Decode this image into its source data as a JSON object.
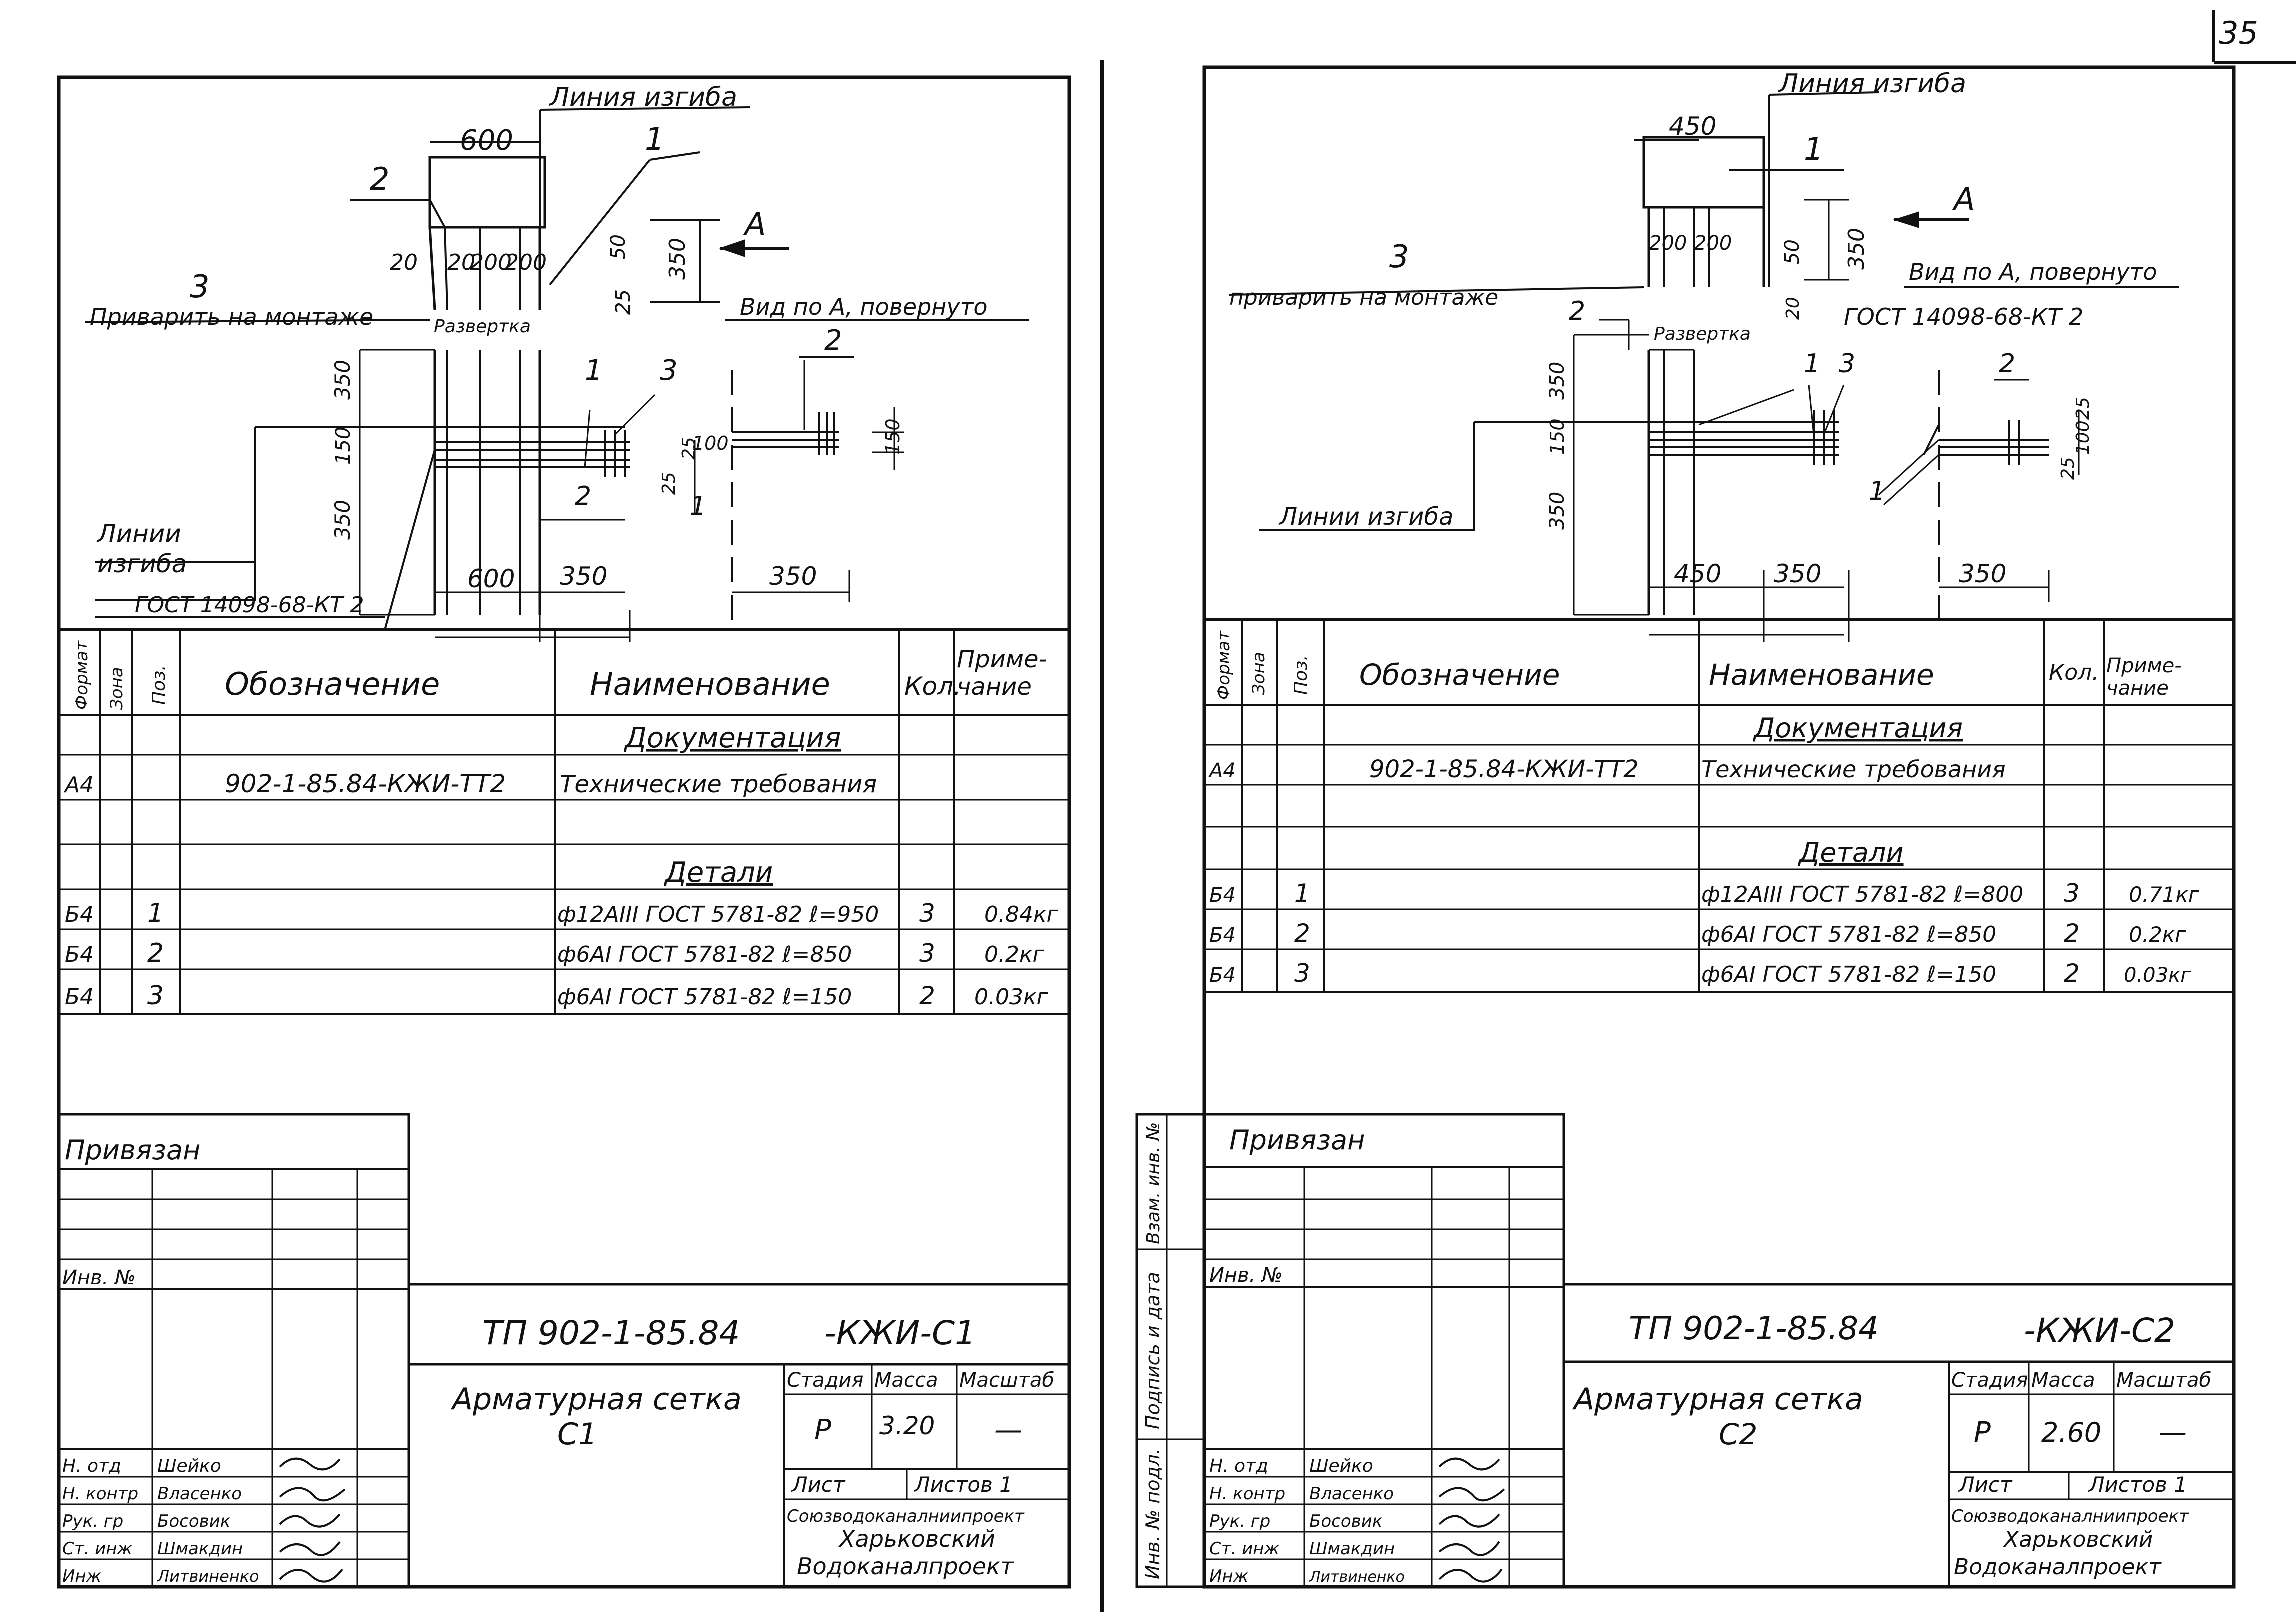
{
  "page_number": "35",
  "sheets": [
    {
      "id": "c1",
      "drawing": {
        "bend_line": "Линия изгиба",
        "dim_top": "600",
        "pos_1": "1",
        "pos_2": "2",
        "pos_3": "3",
        "weld_note": "Приварить на монтаже",
        "dims_small": [
          "20",
          "20",
          "200",
          "200"
        ],
        "dim_50": "50",
        "dim_350_v": "350",
        "dim_25": "25",
        "arrow_label": "А",
        "view_label": "Вид по А, повернуто",
        "unfold_label": "Развертка",
        "dim_350_a": "350",
        "dim_150": "150",
        "dim_350_b": "350",
        "dim_100": "100",
        "dim_25b": "25",
        "dim_25c": "25",
        "dim_150b": "150",
        "bend_lines_1": "Линии",
        "bend_lines_2": "изгиба",
        "gost_label": "ГОСТ 14098-68-КТ 2",
        "dim_600_b": "600",
        "dim_350_c": "350",
        "dim_350_d": "350"
      },
      "spec": {
        "headers": [
          "Формат",
          "Зона",
          "Поз.",
          "Обозначение",
          "Наименование",
          "Кол.",
          "Приме-",
          "чание"
        ],
        "section_doc": "Документация",
        "doc_row": {
          "format": "А4",
          "designation": "902-1-85.84-КЖИ-ТТ2",
          "name": "Технические требования"
        },
        "section_parts": "Детали",
        "rows": [
          {
            "format": "Б4",
            "pos": "1",
            "name": "ф12АIII ГОСТ 5781-82 ℓ=950",
            "qty": "3",
            "note": "0.84кг"
          },
          {
            "format": "Б4",
            "pos": "2",
            "name": "ф6АI ГОСТ 5781-82 ℓ=850",
            "qty": "3",
            "note": "0.2кг"
          },
          {
            "format": "Б4",
            "pos": "3",
            "name": "ф6АI ГОСТ 5781-82 ℓ=150",
            "qty": "2",
            "note": "0.03кг"
          }
        ]
      },
      "stamp": {
        "bound": "Привязан",
        "inv": "Инв. №",
        "code": "ТП 902-1-85.84",
        "suffix": "-КЖИ-С1",
        "title_1": "Арматурная сетка",
        "title_2": "С1",
        "h_stage": "Стадия",
        "h_mass": "Масса",
        "h_scale": "Масштаб",
        "stage": "Р",
        "mass": "3.20",
        "scale": "—",
        "sheet": "Лист",
        "sheets": "Листов 1",
        "org_1": "Союзводоканалниипроект",
        "org_2": "Харьковский",
        "org_3": "Водоканалпроект",
        "people": [
          {
            "role": "Н. отд",
            "name": "Шейко"
          },
          {
            "role": "Н. контр",
            "name": "Власенко"
          },
          {
            "role": "Рук. гр",
            "name": "Босовик"
          },
          {
            "role": "Ст. инж",
            "name": "Шмакдин"
          },
          {
            "role": "Инж",
            "name": "Литвиненко"
          }
        ]
      }
    },
    {
      "id": "c2",
      "drawing": {
        "bend_line": "Линия изгиба",
        "dim_top": "450",
        "pos_1": "1",
        "pos_2": "2",
        "pos_3": "3",
        "weld_note": "приварить на монтаже",
        "dims_small": [
          "200",
          "200"
        ],
        "dim_50": "50",
        "dim_350_v": "350",
        "dim_20": "20",
        "arrow_label": "А",
        "view_label": "Вид по А, повернуто",
        "unfold_label": "Развертка",
        "gost_label": "ГОСТ 14098-68-КТ 2",
        "dim_350_a": "350",
        "dim_150": "150",
        "dim_350_b": "350",
        "dim_25": "25",
        "dim_100": "100",
        "dim_25b": "25",
        "bend_lines": "Линии изгиба",
        "dim_450_b": "450",
        "dim_350_c": "350",
        "dim_350_d": "350"
      },
      "spec": {
        "headers": [
          "Формат",
          "Зона",
          "Поз.",
          "Обозначение",
          "Наименование",
          "Кол.",
          "Приме-",
          "чание"
        ],
        "section_doc": "Документация",
        "doc_row": {
          "format": "А4",
          "designation": "902-1-85.84-КЖИ-ТТ2",
          "name": "Технические требования"
        },
        "section_parts": "Детали",
        "rows": [
          {
            "format": "Б4",
            "pos": "1",
            "name": "ф12АIII ГОСТ 5781-82 ℓ=800",
            "qty": "3",
            "note": "0.71кг"
          },
          {
            "format": "Б4",
            "pos": "2",
            "name": "ф6АI ГОСТ 5781-82 ℓ=850",
            "qty": "2",
            "note": "0.2кг"
          },
          {
            "format": "Б4",
            "pos": "3",
            "name": "ф6АI ГОСТ 5781-82 ℓ=150",
            "qty": "2",
            "note": "0.03кг"
          }
        ]
      },
      "stamp": {
        "bound": "Привязан",
        "inv": "Инв. №",
        "code": "ТП 902-1-85.84",
        "suffix": "-КЖИ-С2",
        "title_1": "Арматурная сетка",
        "title_2": "С2",
        "h_stage": "Стадия",
        "h_mass": "Масса",
        "h_scale": "Масштаб",
        "stage": "Р",
        "mass": "2.60",
        "scale": "—",
        "sheet": "Лист",
        "sheets": "Листов 1",
        "org_1": "Союзводоканалниипроект",
        "org_2": "Харьковский",
        "org_3": "Водоканалпроект",
        "people": [
          {
            "role": "Н. отд",
            "name": "Шейко"
          },
          {
            "role": "Н. контр",
            "name": "Власенко"
          },
          {
            "role": "Рук. гр",
            "name": "Босовик"
          },
          {
            "role": "Ст. инж",
            "name": "Шмакдин"
          },
          {
            "role": "Инж",
            "name": "Литвиненко"
          }
        ]
      },
      "side_strip": [
        "Инв. № подл.",
        "Подпись и дата",
        "Взам. инв. №"
      ]
    }
  ]
}
